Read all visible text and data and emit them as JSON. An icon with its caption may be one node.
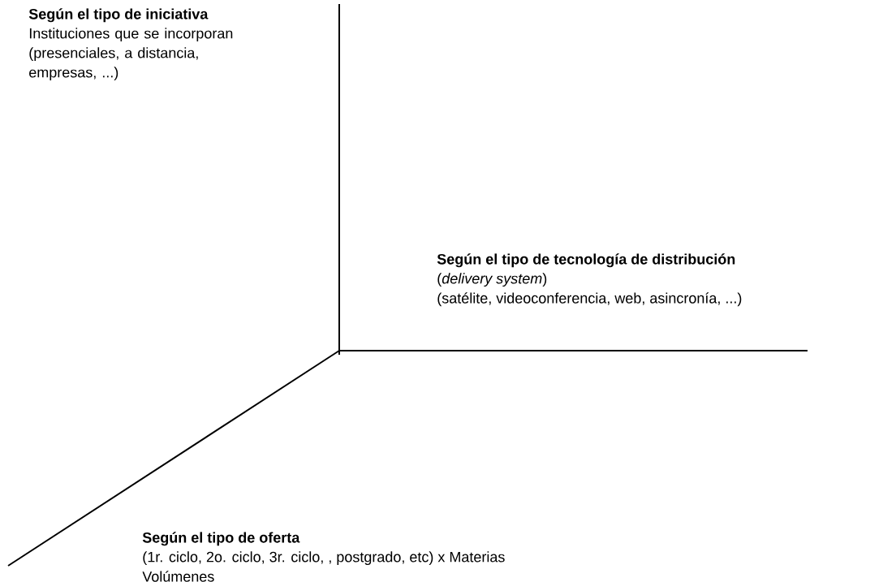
{
  "diagram": {
    "labels": [
      "Según el tipo de iniciativa",
      "Instituciones que se incorporan (presenciales, a distancia, empresas, ...)",
      "Según el tipo de tecnología de distribución",
      "(*delivery system*)",
      "(satélite, videoconferencia, web, asincronía, ...)",
      "Según el tipo de oferta",
      "(1r. ciclo, 2o. ciclo, 3r. ciclo, , postgrado, etc) x Materias",
      "Volúmenes"
    ]
  }
}
